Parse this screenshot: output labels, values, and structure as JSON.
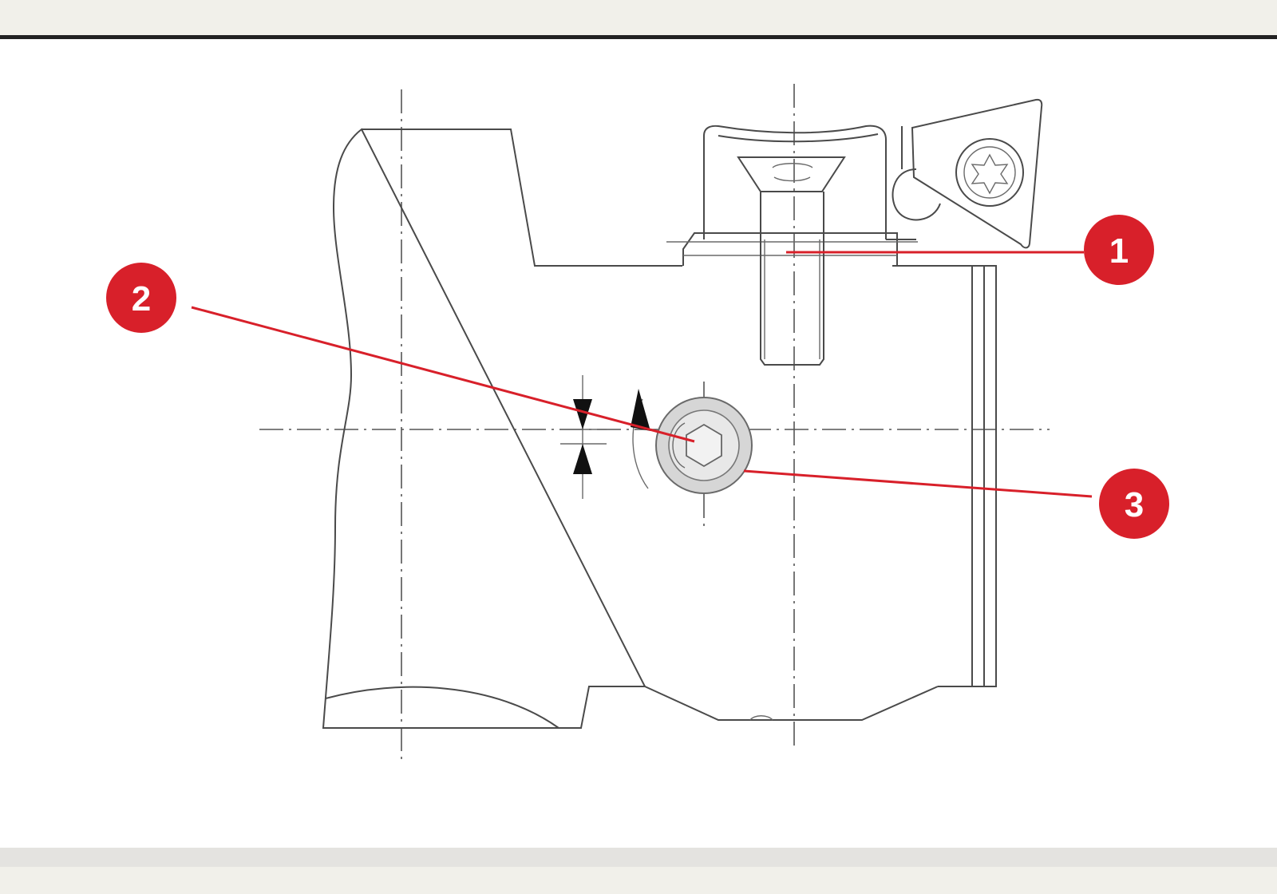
{
  "colors": {
    "callout": "#d8202a",
    "line": "#4a4a4a",
    "background": "#ffffff",
    "frame": "#f1f0ea",
    "rule": "#222222"
  },
  "callouts": [
    {
      "id": "1",
      "label": "1"
    },
    {
      "id": "2",
      "label": "2"
    },
    {
      "id": "3",
      "label": "3"
    }
  ],
  "icons": {
    "insert_screw_head": "torx-icon",
    "adjust_screw_head": "hex-socket-icon"
  }
}
